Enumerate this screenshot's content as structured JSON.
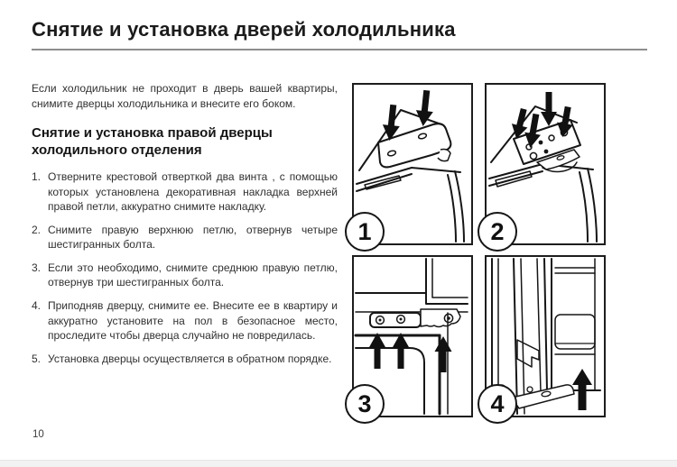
{
  "page": {
    "title": "Снятие и установка дверей холодильника",
    "page_number": "10"
  },
  "intro": {
    "text": "Если холодильник не проходит в дверь вашей квартиры, снимите дверцы холодильника и внесите его боком."
  },
  "section": {
    "heading": "Снятие и установка правой дверцы холодильного отделения",
    "steps": [
      {
        "num": "1.",
        "text": "Отверните крестовой отверткой два винта , с помощью которых установлена декоративная накладка верхней правой петли, аккуратно снимите накладку."
      },
      {
        "num": "2.",
        "text": "Снимите правую верхнюю петлю, отвернув четыре шестигранных болта."
      },
      {
        "num": "3.",
        "text": "Если это необходимо, снимите среднюю правую петлю, отвернув три шестигранных болта."
      },
      {
        "num": "4.",
        "text": "Приподняв дверцу, снимите ее. Внесите ее в квартиру и аккуратно установите на пол в безопасное место, проследите чтобы дверца случайно не повредилась."
      },
      {
        "num": "5.",
        "text": "Установка дверцы осуществляется в обратном порядке."
      }
    ]
  },
  "figures": {
    "labels": [
      "1",
      "2",
      "3",
      "4"
    ]
  },
  "colors": {
    "line": "#161616",
    "rule": "#8d8d8d",
    "text": "#303030",
    "background": "#ffffff"
  }
}
